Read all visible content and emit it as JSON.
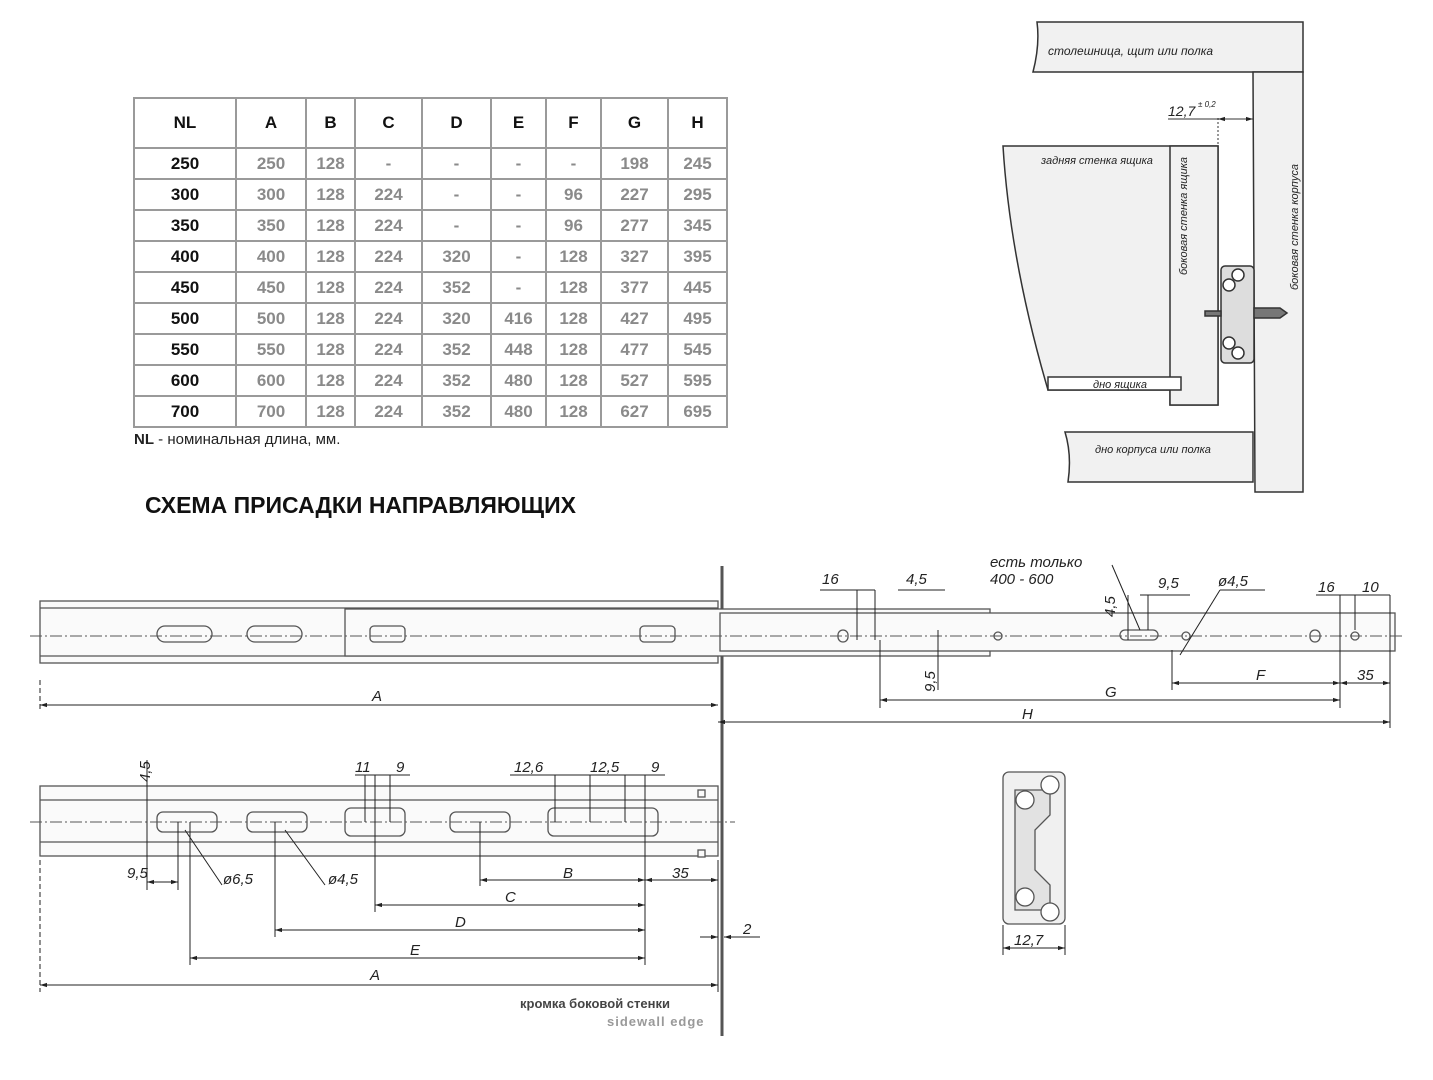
{
  "table": {
    "headers": [
      "NL",
      "A",
      "B",
      "C",
      "D",
      "E",
      "F",
      "G",
      "H"
    ],
    "rows": [
      [
        "250",
        "250",
        "128",
        "-",
        "-",
        "-",
        "-",
        "198",
        "245"
      ],
      [
        "300",
        "300",
        "128",
        "224",
        "-",
        "-",
        "96",
        "227",
        "295"
      ],
      [
        "350",
        "350",
        "128",
        "224",
        "-",
        "-",
        "96",
        "277",
        "345"
      ],
      [
        "400",
        "400",
        "128",
        "224",
        "320",
        "-",
        "128",
        "327",
        "395"
      ],
      [
        "450",
        "450",
        "128",
        "224",
        "352",
        "-",
        "128",
        "377",
        "445"
      ],
      [
        "500",
        "500",
        "128",
        "224",
        "320",
        "416",
        "128",
        "427",
        "495"
      ],
      [
        "550",
        "550",
        "128",
        "224",
        "352",
        "448",
        "128",
        "477",
        "545"
      ],
      [
        "600",
        "600",
        "128",
        "224",
        "352",
        "480",
        "128",
        "527",
        "595"
      ],
      [
        "700",
        "700",
        "128",
        "224",
        "352",
        "480",
        "128",
        "627",
        "695"
      ]
    ],
    "note_key": "NL",
    "note_text": " - номинальная длина, мм."
  },
  "title": "СХЕМА ПРИСАДКИ НАПРАВЛЯЮЩИХ",
  "install": {
    "top": "столешница, щит или полка",
    "gap": "12,7",
    "tol": "± 0,2",
    "back": "задняя стенка ящика",
    "drawer_side": "боковая стенка ящика",
    "cabinet_side": "боковая   стенка корпуса",
    "drawer_bottom": "дно ящика",
    "cabinet_bottom": "дно корпуса или полка"
  },
  "top_rail": {
    "only": "есть только",
    "range": "400 - 600",
    "d16": "16",
    "d45": "4,5",
    "d45v": "4,5",
    "d95": "9,5",
    "d95v": "9,5",
    "dia": "ø4,5",
    "d16b": "16",
    "d10": "10",
    "A": "A",
    "H": "H",
    "G": "G",
    "F": "F",
    "d35": "35"
  },
  "bottom_rail": {
    "d45": "4,5",
    "d11": "11",
    "d9": "9",
    "d126": "12,6",
    "d125": "12,5",
    "d9b": "9",
    "d95": "9,5",
    "dia65": "ø6,5",
    "dia45": "ø4,5",
    "B": "B",
    "d35": "35",
    "C": "C",
    "D": "D",
    "E": "E",
    "A": "A",
    "d2": "2",
    "edge_ru": "кромка боковой стенки",
    "edge_en": "sidewall edge"
  },
  "section": {
    "width": "12,7"
  }
}
